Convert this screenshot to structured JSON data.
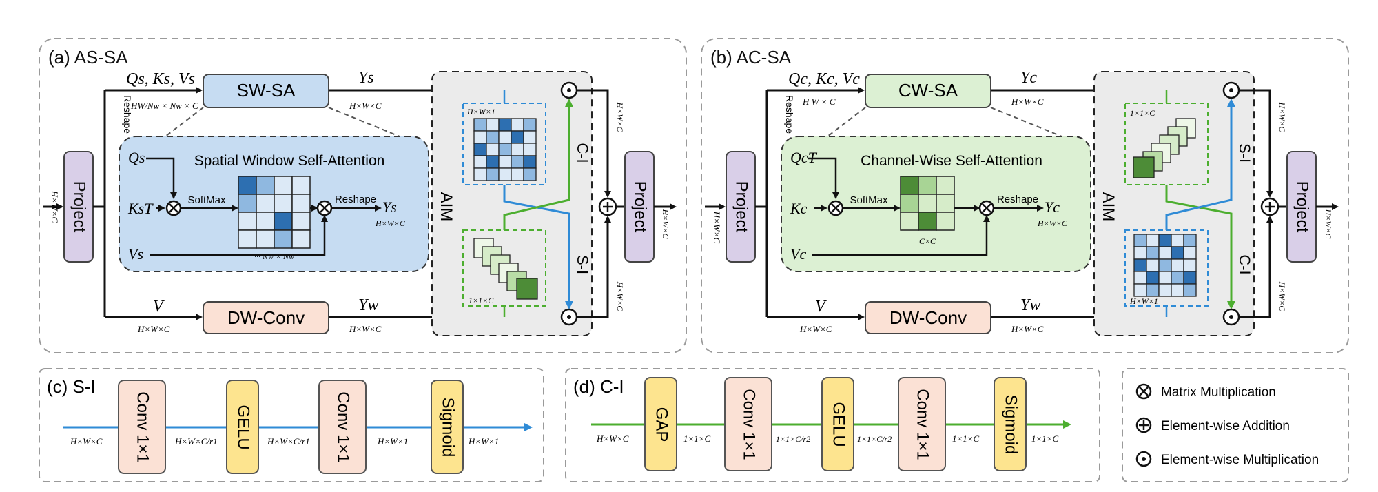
{
  "asSA": {
    "title": "(a) AS-SA",
    "qkv": "Qs, Ks, Vs",
    "reshapeDim": "HW/Nw × Nw × C",
    "reshapeLabel": "Reshape",
    "swsa": "SW-SA",
    "ys": "Ys",
    "ysDim": "H×W×C",
    "inner": {
      "title": "Spatial Window Self-Attention",
      "q": "Qs",
      "k": "KsT",
      "v": "Vs",
      "softmax": "SoftMax",
      "reshape": "Reshape",
      "out": "Ys",
      "outDim": "H×W×C",
      "matDim": "··· Nw × Nw"
    },
    "project": "Project",
    "projectInDim": "H×W×C",
    "projectOutDim": "H×W×C",
    "v": "V",
    "vDim": "H×W×C",
    "dwconv": "DW-Conv",
    "yw": "Yw",
    "ywDim": "H×W×C",
    "aim": "AIM",
    "mapDim": "H×W×1",
    "chDim": "1×1×C",
    "ci": "C-I",
    "si": "S-I",
    "rightTopDim": "H×W×C",
    "rightBotDim": "H×W×C"
  },
  "acSA": {
    "title": "(b) AC-SA",
    "qkv": "Qc, Kc, Vc",
    "reshapeDim": "H W × C",
    "reshapeLabel": "Reshape",
    "cwsa": "CW-SA",
    "yc": "Yc",
    "ycDim": "H×W×C",
    "inner": {
      "title": "Channel-Wise Self-Attention",
      "q": "QcT",
      "k": "Kc",
      "v": "Vc",
      "softmax": "SoftMax",
      "reshape": "Reshape",
      "out": "Yc",
      "outDim": "H×W×C",
      "matDim": "C×C"
    },
    "project": "Project",
    "projectInDim": "H×W×C",
    "projectOutDim": "H×W×C",
    "v": "V",
    "vDim": "H×W×C",
    "dwconv": "DW-Conv",
    "yw": "Yw",
    "ywDim": "H×W×C",
    "aim": "AIM",
    "mapDim": "H×W×1",
    "chDim": "1×1×C",
    "si": "S-I",
    "ci": "C-I",
    "rightTopDim": "H×W×C",
    "rightBotDim": "H×W×C"
  },
  "si": {
    "title": "(c) S-I",
    "blocks": [
      "Conv 1×1",
      "GELU",
      "Conv 1×1",
      "Sigmoid"
    ],
    "dims": [
      "H×W×C",
      "H×W×C/r1",
      "H×W×C/r1",
      "H×W×1",
      "H×W×1"
    ]
  },
  "ci": {
    "title": "(d) C-I",
    "blocks": [
      "GAP",
      "Conv 1×1",
      "GELU",
      "Conv 1×1",
      "Sigmoid"
    ],
    "dims": [
      "H×W×C",
      "1×1×C",
      "1×1×C/r2",
      "1×1×C/r2",
      "1×1×C",
      "1×1×C"
    ]
  },
  "legend": {
    "matrix": "Matrix Multiplication",
    "add": "Element-wise Addition",
    "mult": "Element-wise Multiplication"
  },
  "colors": {
    "blue": "#2f8bd6",
    "green": "#4cae2f",
    "project": "#d9cfe8",
    "swsa": "#c6dcf2",
    "cwsa": "#dcf0d3",
    "dwconv": "#fbe1d5",
    "gelu": "#fde48f"
  }
}
